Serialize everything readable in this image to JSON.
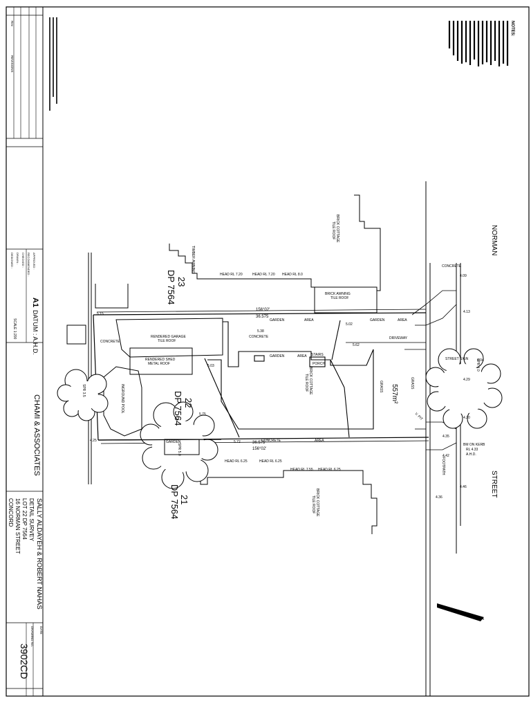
{
  "title_block": {
    "client": "SALLY ALDAYEH & ROBERT NAHAS",
    "drawing_title": "DETAIL SURVEY",
    "lot": "LOT 22 DP 7564",
    "address": "16 NORMAN STREET",
    "suburb": "CONCORD",
    "firm": "CHAMI & ASSOCIATES",
    "drawing_no": "3902CD",
    "sheet_size": "A1",
    "datum": "DATUM : A.H.D.",
    "scale": "SCALE 1:200",
    "date_label": "DATE",
    "drawing_no_label": "DRAWING No.",
    "designed": "DESIGNED :",
    "drawn": "DRAWN :",
    "checked": "CHECKED :",
    "recommended": "RECOMMENDED :",
    "approved": "APPROVED :",
    "rev_label": "Rev",
    "revisions_label": "REVISIONS"
  },
  "notes": {
    "heading": "NOTES:"
  },
  "parcels": {
    "lot22_num": "22",
    "lot22_dp": "DP 7564",
    "lot23_num": "23",
    "lot23_dp": "DP 7564",
    "lot21_num": "21",
    "lot21_dp": "DP 7564",
    "area": "557m²"
  },
  "streets": {
    "norman": "NORMAN",
    "street": "STREET"
  },
  "dimensions": {
    "top_bearing": "156°02'",
    "top_length": "36.575",
    "bottom_bearing": "156°02'",
    "bottom_length": "36.575"
  },
  "labels": {
    "garage": "RENDERED GARAGE",
    "garage_roof": "TILE ROOF",
    "shed": "RENDERED SHED",
    "shed_roof": "METAL ROOF",
    "brick_cottage": "BRICK COTTAGE",
    "brick_awning": "BRICK AWNING",
    "tile_roof": "TILE ROOF",
    "concrete": "CONCRETE",
    "garden": "GARDEN",
    "area_word": "AREA",
    "grass": "GRASS",
    "driveway": "DRIVEWAY",
    "stairs": "STAIRS",
    "porch": "PORCH",
    "inground_pool": "INGROUND POOL",
    "timber_awning": "TIMBER AWNING",
    "bm": "BM ON KERB",
    "bm_rl": "RL 4.33",
    "bm_ahd": "A.H.D.",
    "footpath": "FOOTPATH",
    "v_pit": "V. PIT",
    "street_sign": "STREET SIGN",
    "head_rl_1": "HEAD RL 7.20",
    "head_rl_2": "HEAD RL 7.20",
    "head_rl_3": "HEAD RL 8.0",
    "head_rl_4": "HEAD RL 6.25",
    "head_rl_5": "HEAD RL 6.25",
    "head_rl_6": "HEAD RL 7.55",
    "head_rl_7": "HEAD RL 6.25"
  },
  "trees": [
    {
      "spread": "SPR 3.5"
    },
    {
      "spread": "SPR 5.0"
    },
    {
      "spread": "SPR 4.0"
    }
  ],
  "spot_levels": [
    "4.09",
    "4.13",
    "4.04",
    "4.29",
    "4.20",
    "4.35",
    "4.42",
    "4.46",
    "4.36",
    "5.02",
    "5.38",
    "5.03",
    "5.62",
    "5.15",
    "5.72",
    "5.75",
    "4.25"
  ]
}
